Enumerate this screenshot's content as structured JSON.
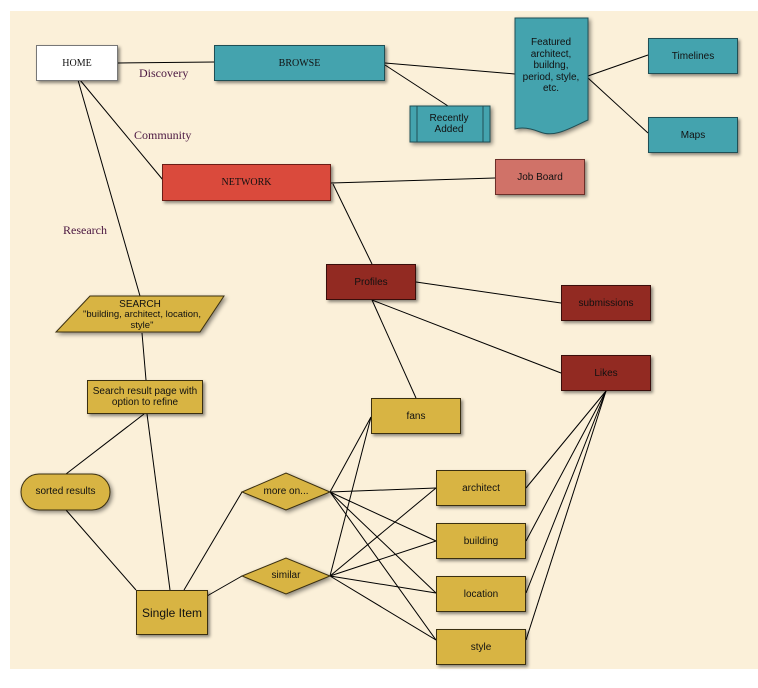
{
  "edges": [
    {
      "label": "Discovery"
    },
    {
      "label": "Community"
    },
    {
      "label": "Research"
    }
  ],
  "nodes": {
    "home": "HOME",
    "browse": "BROWSE",
    "featured": "Featured architect, buildng, period, style, etc.",
    "timelines": "Timelines",
    "maps": "Maps",
    "recently_added": "Recently Added",
    "network": "NETWORK",
    "job_board": "Job Board",
    "profiles": "Profiles",
    "submissions": "submissions",
    "likes": "Likes",
    "search_title": "SEARCH",
    "search_sub": "\"building, architect, location, style\"",
    "search_result": "Search result page with option to refine",
    "sorted_results": "sorted results",
    "fans": "fans",
    "more_on": "more on...",
    "similar": "similar",
    "architect": "architect",
    "building": "building",
    "location": "location",
    "style": "style",
    "single_item": "Single Item"
  },
  "colors": {
    "background": "#fbf0d9",
    "teal": "#44a3ae",
    "red": "#da4a3c",
    "salmon": "#d07268",
    "dark_red": "#922a22",
    "gold": "#d8b443",
    "edge_label": "#4a1640"
  }
}
